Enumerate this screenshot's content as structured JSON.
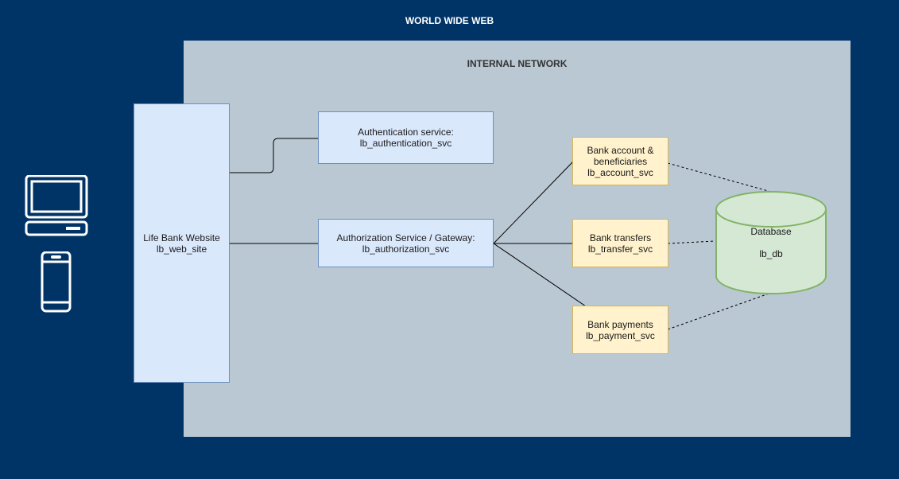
{
  "world_wide_web": {
    "title": "WORLD WIDE WEB"
  },
  "internal_network": {
    "title": "INTERNAL NETWORK"
  },
  "nodes": {
    "web_site": {
      "line1": "Life Bank Website",
      "line2": "lb_web_site"
    },
    "authentication": {
      "line1": "Authentication service:",
      "line2": "lb_authentication_svc"
    },
    "authorization": {
      "line1": "Authorization Service / Gateway:",
      "line2": "lb_authorization_svc"
    },
    "account": {
      "line1": "Bank account &",
      "line2": "beneficiaries",
      "line3": "lb_account_svc"
    },
    "transfers": {
      "line1": "Bank transfers",
      "line2": "lb_transfer_svc"
    },
    "payments": {
      "line1": "Bank payments",
      "line2": "lb_payment_svc"
    },
    "database": {
      "line1": "Database",
      "line2": "lb_db"
    }
  },
  "icons": {
    "desktop": "desktop-computer-icon",
    "phone": "mobile-phone-icon"
  },
  "colors": {
    "www_background": "#003366",
    "internal_background": "#bac8d3",
    "service_fill": "#dae8fc",
    "service_border": "#6c8ebf",
    "domain_fill": "#fff2cc",
    "domain_border": "#d6b656",
    "db_fill": "#d5e8d4",
    "db_border": "#82b366"
  }
}
